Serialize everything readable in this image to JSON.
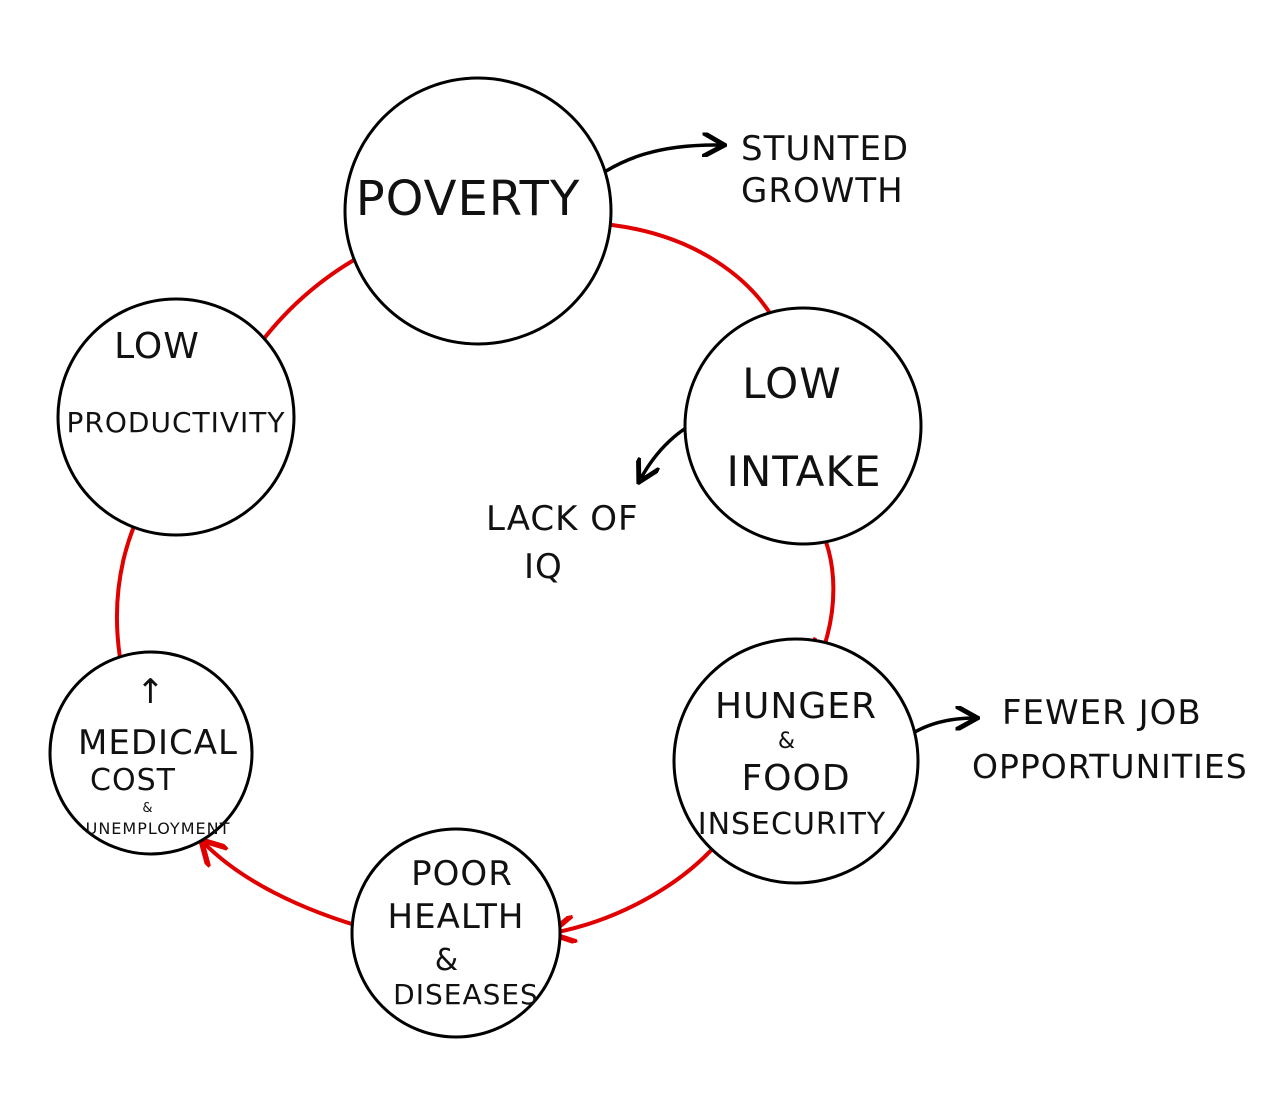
{
  "colors": {
    "cycle_arrow": "#e00000",
    "side_arrow": "#000000",
    "outline": "#000000",
    "text": "#111111"
  },
  "nodes": {
    "poverty": {
      "line1": "POVERTY"
    },
    "low_intake": {
      "line1": "LOW",
      "line2": "INTAKE"
    },
    "hunger": {
      "line1": "HUNGER",
      "line2": "&",
      "line3": "FOOD",
      "line4": "INSECURITY"
    },
    "poor_health": {
      "line1": "POOR",
      "line2": "HEALTH",
      "line3": "&",
      "line4": "DISEASES"
    },
    "medical": {
      "mark": "↑",
      "line1": "MEDICAL",
      "line2": "COST",
      "line3": "&",
      "line4": "UNEMPLOYMENT"
    },
    "low_productivity": {
      "line1": "LOW",
      "line2": "PRODUCTIVITY"
    }
  },
  "effects": {
    "stunted_growth": {
      "line1": "STUNTED",
      "line2": "GROWTH"
    },
    "lack_of_iq": {
      "line1": "LACK OF",
      "line2": "IQ"
    },
    "fewer_jobs": {
      "line1": "FEWER JOB",
      "line2": "OPPORTUNITIES"
    }
  }
}
